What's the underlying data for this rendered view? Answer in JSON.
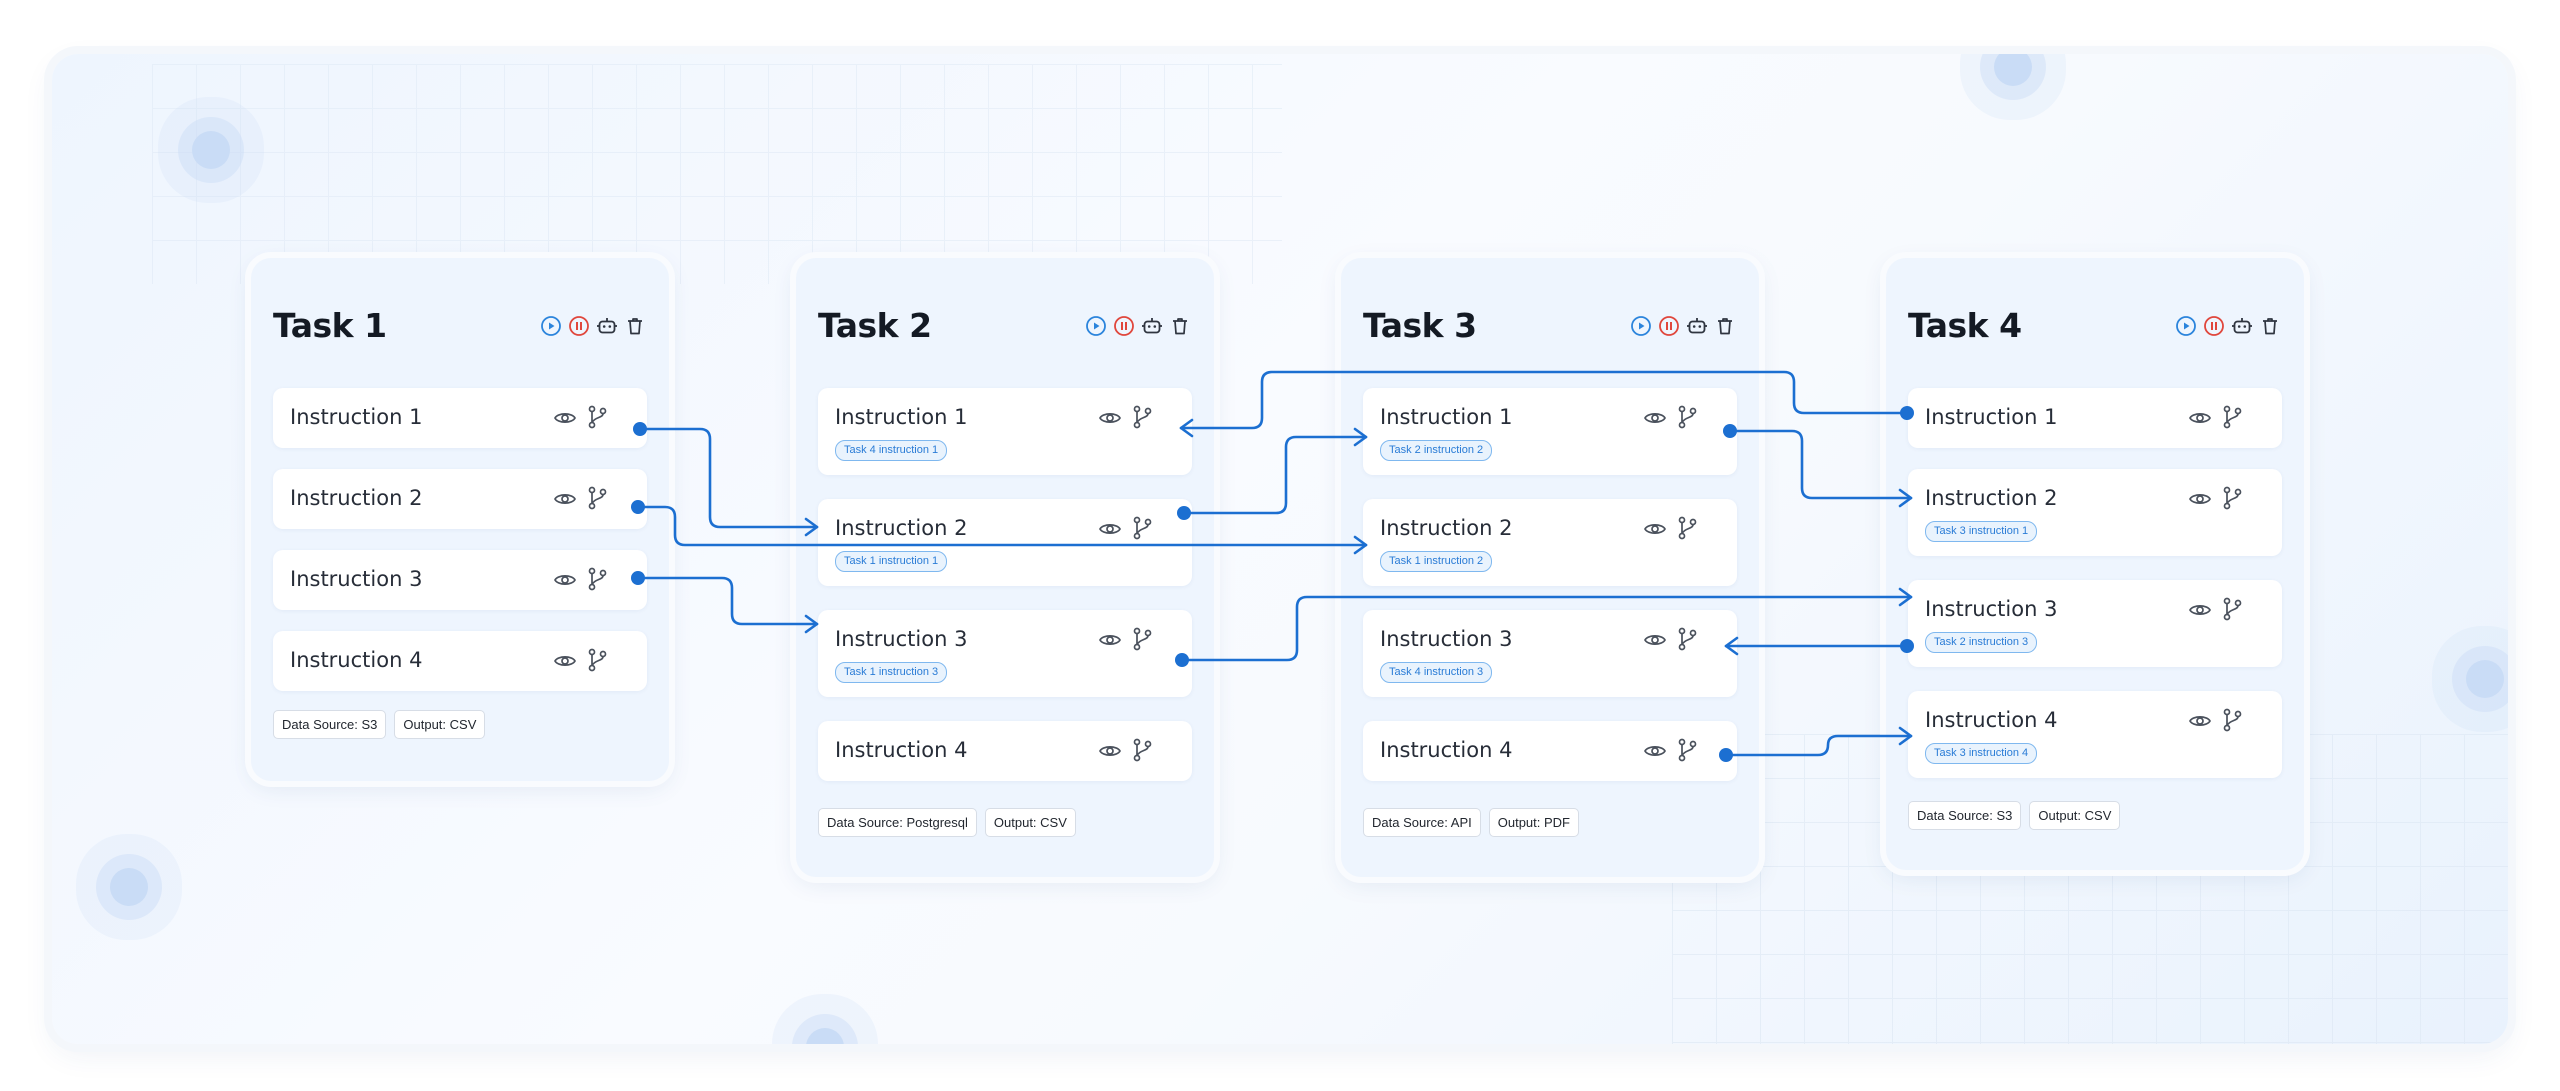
{
  "colors": {
    "accent": "#1c6fd1",
    "play": "#2b84dc",
    "pause": "#e0463c",
    "tag_border": "#7fb8ef",
    "card_bg": "#eef5fe"
  },
  "icons": {
    "play": "play-icon",
    "pause": "pause-icon",
    "bot": "robot-icon",
    "delete": "trash-icon",
    "view": "eye-icon",
    "branch": "git-branch-icon"
  },
  "tasks": [
    {
      "title": "Task 1",
      "instructions": [
        {
          "label": "Instruction 1",
          "tag": ""
        },
        {
          "label": "Instruction 2",
          "tag": ""
        },
        {
          "label": "Instruction 3",
          "tag": ""
        },
        {
          "label": "Instruction 4",
          "tag": ""
        }
      ],
      "data_source": "Data Source: S3",
      "output": "Output: CSV"
    },
    {
      "title": "Task 2",
      "instructions": [
        {
          "label": "Instruction 1",
          "tag": "Task 4 instruction 1"
        },
        {
          "label": "Instruction 2",
          "tag": "Task 1 instruction 1"
        },
        {
          "label": "Instruction 3",
          "tag": "Task 1 instruction 3"
        },
        {
          "label": "Instruction 4",
          "tag": ""
        }
      ],
      "data_source": "Data Source: Postgresql",
      "output": "Output: CSV"
    },
    {
      "title": "Task 3",
      "instructions": [
        {
          "label": "Instruction 1",
          "tag": "Task 2 instruction 2"
        },
        {
          "label": "Instruction 2",
          "tag": "Task 1 instruction 2"
        },
        {
          "label": "Instruction 3",
          "tag": "Task 4 instruction 3"
        },
        {
          "label": "Instruction 4",
          "tag": ""
        }
      ],
      "data_source": "Data Source: API",
      "output": "Output: PDF"
    },
    {
      "title": "Task 4",
      "instructions": [
        {
          "label": "Instruction 1",
          "tag": ""
        },
        {
          "label": "Instruction 2",
          "tag": "Task 3 instruction 1"
        },
        {
          "label": "Instruction 3",
          "tag": "Task 2 instruction 3"
        },
        {
          "label": "Instruction 4",
          "tag": "Task 3 instruction 4"
        }
      ],
      "data_source": "Data Source: S3",
      "output": "Output: CSV"
    }
  ],
  "links": [
    {
      "from": "Task 1 Instruction 1",
      "to": "Task 2 Instruction 2"
    },
    {
      "from": "Task 1 Instruction 2",
      "to": "Task 3 Instruction 2"
    },
    {
      "from": "Task 1 Instruction 3",
      "to": "Task 2 Instruction 3"
    },
    {
      "from": "Task 2 Instruction 2",
      "to": "Task 3 Instruction 1"
    },
    {
      "from": "Task 2 Instruction 3",
      "to": "Task 4 Instruction 3"
    },
    {
      "from": "Task 3 Instruction 1",
      "to": "Task 4 Instruction 2"
    },
    {
      "from": "Task 3 Instruction 4",
      "to": "Task 4 Instruction 4"
    },
    {
      "from": "Task 4 Instruction 1",
      "to": "Task 2 Instruction 1"
    },
    {
      "from": "Task 4 Instruction 3",
      "to": "Task 3 Instruction 3"
    }
  ]
}
